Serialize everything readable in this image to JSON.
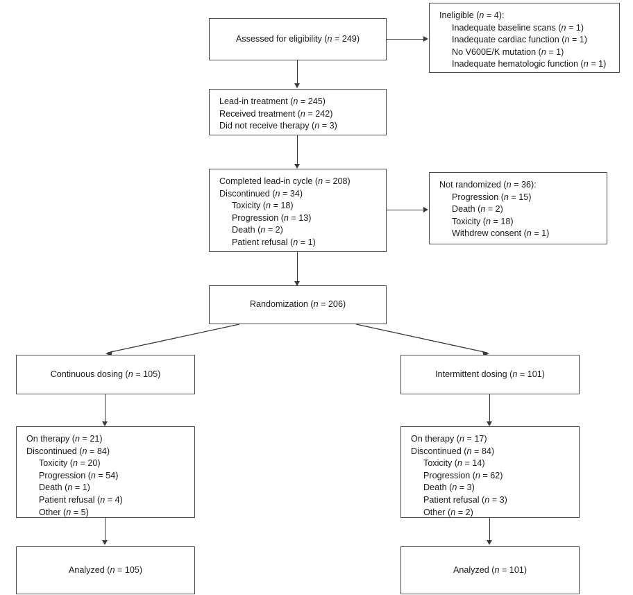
{
  "diagram": {
    "type": "consort-flow-diagram",
    "nodes": {
      "assessed": {
        "title": "Assessed for eligibility (n = 249)",
        "n": 249
      },
      "ineligible": {
        "title": "Ineligible (n = 4):",
        "n": 4,
        "reasons": [
          "Inadequate baseline scans (n = 1)",
          "Inadequate cardiac function (n = 1)",
          "No V600E/K mutation (n = 1)",
          "Inadequate hematologic function (n = 1)"
        ]
      },
      "leadin": {
        "lines": [
          "Lead-in treatment (n = 245)",
          "Received treatment (n = 242)",
          "Did not receive therapy (n = 3)"
        ]
      },
      "completed": {
        "lines": [
          "Completed lead-in cycle (n = 208)",
          "Discontinued (n = 34)"
        ],
        "reasons": [
          "Toxicity (n = 18)",
          "Progression (n = 13)",
          "Death (n = 2)",
          "Patient refusal (n = 1)"
        ]
      },
      "not_randomized": {
        "title": "Not randomized (n = 36):",
        "n": 36,
        "reasons": [
          "Progression (n = 15)",
          "Death (n = 2)",
          "Toxicity (n = 18)",
          "Withdrew consent (n = 1)"
        ]
      },
      "randomization": {
        "title": "Randomization (n = 206)",
        "n": 206
      },
      "continuous_dosing": {
        "title": "Continuous dosing (n = 105)",
        "n": 105
      },
      "intermittent_dosing": {
        "title": "Intermittent dosing (n = 101)",
        "n": 101
      },
      "continuous_outcome": {
        "lines": [
          "On therapy (n = 21)",
          "Discontinued (n = 84)"
        ],
        "reasons": [
          "Toxicity (n = 20)",
          "Progression (n = 54)",
          "Death (n = 1)",
          "Patient refusal (n = 4)",
          "Other (n = 5)"
        ]
      },
      "intermittent_outcome": {
        "lines": [
          "On therapy (n = 17)",
          "Discontinued (n = 84)"
        ],
        "reasons": [
          "Toxicity (n = 14)",
          "Progression (n = 62)",
          "Death (n = 3)",
          "Patient refusal (n = 3)",
          "Other (n = 2)"
        ]
      },
      "continuous_analyzed": {
        "title": "Analyzed (n = 105)",
        "n": 105
      },
      "intermittent_analyzed": {
        "title": "Analyzed (n = 101)",
        "n": 101
      }
    },
    "colors": {
      "border": "#4a4a4a",
      "connector": "#3a3a3a",
      "background": "#ffffff",
      "text": "#1a1a1a"
    }
  }
}
